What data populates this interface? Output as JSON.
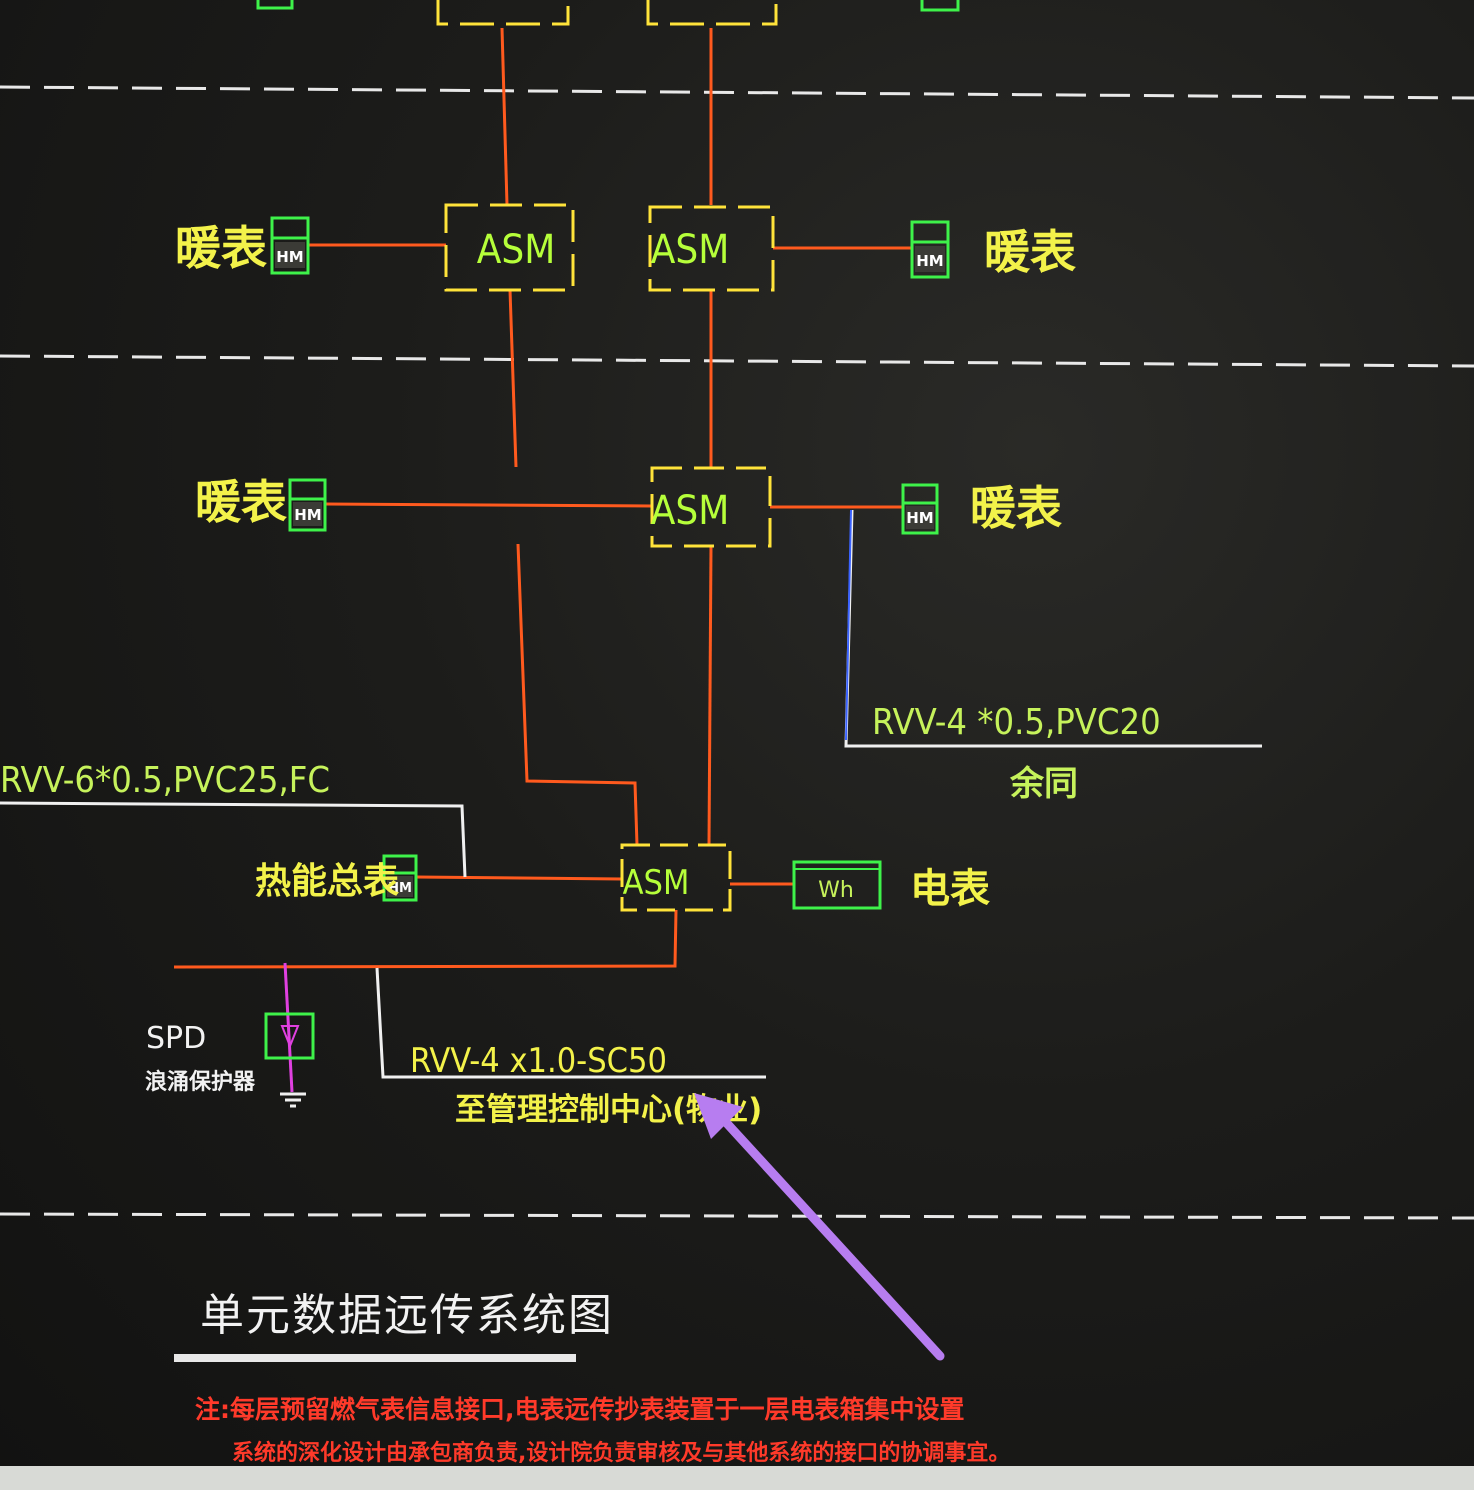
{
  "diagram": {
    "title": "单元数据远传系统图",
    "asm_label": "ASM",
    "heat_meter_tag": "HM",
    "electric_meter_tag": "Wh",
    "heat_meter_label": "暖表",
    "total_heat_meter_label": "热能总表",
    "electric_meter_label": "电表",
    "cable_spec_1": "RVV-4 *0.5,PVC20",
    "cable_spec_1_note": "余同",
    "cable_spec_2": "RVV-6*0.5,PVC25,FC",
    "cable_spec_3": "RVV-4 x1.0-SC50",
    "cable_spec_3_note": "至管理控制中心(物业)",
    "spd_label": "SPD",
    "spd_sub_label": "浪涌保护器",
    "note_line_1": "注:每层预留燃气表信息接口,电表远传抄表装置于一层电表箱集中设置",
    "note_line_2": "系统的深化设计由承包商负责,设计院负责审核及与其他系统的接口的协调事宜。"
  },
  "colors": {
    "bus_line": "#ff5a1e",
    "asm_frame": "#ffe33a",
    "meter_frame": "#3ef24a",
    "cable_line": "#f0f0f0",
    "arrow": "#b77df0"
  }
}
